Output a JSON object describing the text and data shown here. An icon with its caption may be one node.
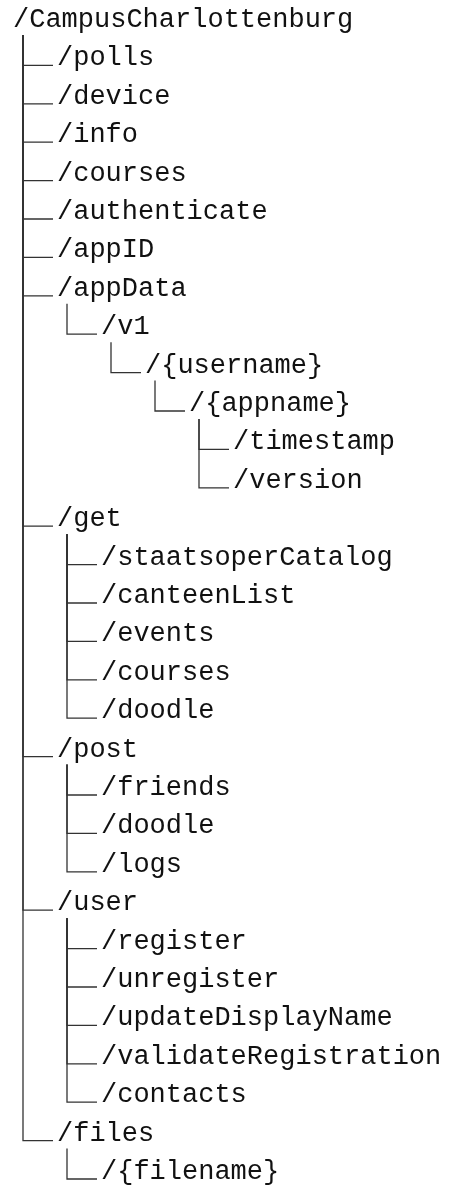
{
  "diagram": {
    "nodes": [
      {
        "text": [
          "/CampusCharlottenburg"
        ]
      },
      {
        "text": [
          "/polls"
        ]
      },
      {
        "text": [
          "/device"
        ]
      },
      {
        "text": [
          "/info"
        ]
      },
      {
        "text": [
          "/courses"
        ]
      },
      {
        "text": [
          "/authenticate"
        ]
      },
      {
        "text": [
          "/appID"
        ]
      },
      {
        "text": [
          "/appData"
        ]
      },
      {
        "text": [
          "/v1"
        ]
      },
      {
        "text": [
          "/{username}"
        ]
      },
      {
        "text": [
          "/{appname}"
        ]
      },
      {
        "text": [
          "/timestamp"
        ]
      },
      {
        "text": [
          "/version"
        ]
      },
      {
        "text": [
          "/get"
        ]
      },
      {
        "text": [
          "/staatsoperCatalog"
        ]
      },
      {
        "text": [
          "/canteenList"
        ]
      },
      {
        "text": [
          "/events"
        ]
      },
      {
        "text": [
          "/courses"
        ]
      },
      {
        "text": [
          "/doodle"
        ]
      },
      {
        "text": [
          "/post"
        ]
      },
      {
        "text": [
          "/friends"
        ]
      },
      {
        "text": [
          "/doodle"
        ]
      },
      {
        "text": [
          "/logs"
        ]
      },
      {
        "text": [
          "/user"
        ]
      },
      {
        "text": [
          "/register"
        ]
      },
      {
        "text": [
          "/unregister"
        ]
      },
      {
        "text": [
          "/updateDisplayName"
        ]
      },
      {
        "text": [
          "/validateRegistration"
        ]
      },
      {
        "text": [
          "/contacts"
        ]
      },
      {
        "text": [
          "/files"
        ]
      },
      {
        "text": [
          "/{filename}"
        ]
      }
    ],
    "edges": [
      {
        "from": 0,
        "to": 1,
        "arrow": "none"
      },
      {
        "from": 0,
        "to": 2,
        "arrow": "none"
      },
      {
        "from": 0,
        "to": 3,
        "arrow": "none"
      },
      {
        "from": 0,
        "to": 4,
        "arrow": "none"
      },
      {
        "from": 0,
        "to": 5,
        "arrow": "none"
      },
      {
        "from": 0,
        "to": 6,
        "arrow": "none"
      },
      {
        "from": 0,
        "to": 7,
        "arrow": "none"
      },
      {
        "from": 7,
        "to": 8,
        "arrow": "none"
      },
      {
        "from": 8,
        "to": 9,
        "arrow": "none"
      },
      {
        "from": 9,
        "to": 10,
        "arrow": "none"
      },
      {
        "from": 10,
        "to": 11,
        "arrow": "none"
      },
      {
        "from": 10,
        "to": 12,
        "arrow": "none"
      },
      {
        "from": 0,
        "to": 13,
        "arrow": "none"
      },
      {
        "from": 13,
        "to": 14,
        "arrow": "none"
      },
      {
        "from": 13,
        "to": 15,
        "arrow": "none"
      },
      {
        "from": 13,
        "to": 16,
        "arrow": "none"
      },
      {
        "from": 13,
        "to": 17,
        "arrow": "none"
      },
      {
        "from": 13,
        "to": 18,
        "arrow": "none"
      },
      {
        "from": 0,
        "to": 19,
        "arrow": "none"
      },
      {
        "from": 19,
        "to": 20,
        "arrow": "none"
      },
      {
        "from": 19,
        "to": 21,
        "arrow": "none"
      },
      {
        "from": 19,
        "to": 22,
        "arrow": "none"
      },
      {
        "from": 0,
        "to": 23,
        "arrow": "none"
      },
      {
        "from": 23,
        "to": 24,
        "arrow": "none"
      },
      {
        "from": 23,
        "to": 25,
        "arrow": "none"
      },
      {
        "from": 23,
        "to": 26,
        "arrow": "none"
      },
      {
        "from": 23,
        "to": 27,
        "arrow": "none"
      },
      {
        "from": 23,
        "to": 28,
        "arrow": "none"
      },
      {
        "from": 0,
        "to": 29,
        "arrow": "none"
      },
      {
        "from": 29,
        "to": 30,
        "arrow": "none"
      }
    ]
  }
}
